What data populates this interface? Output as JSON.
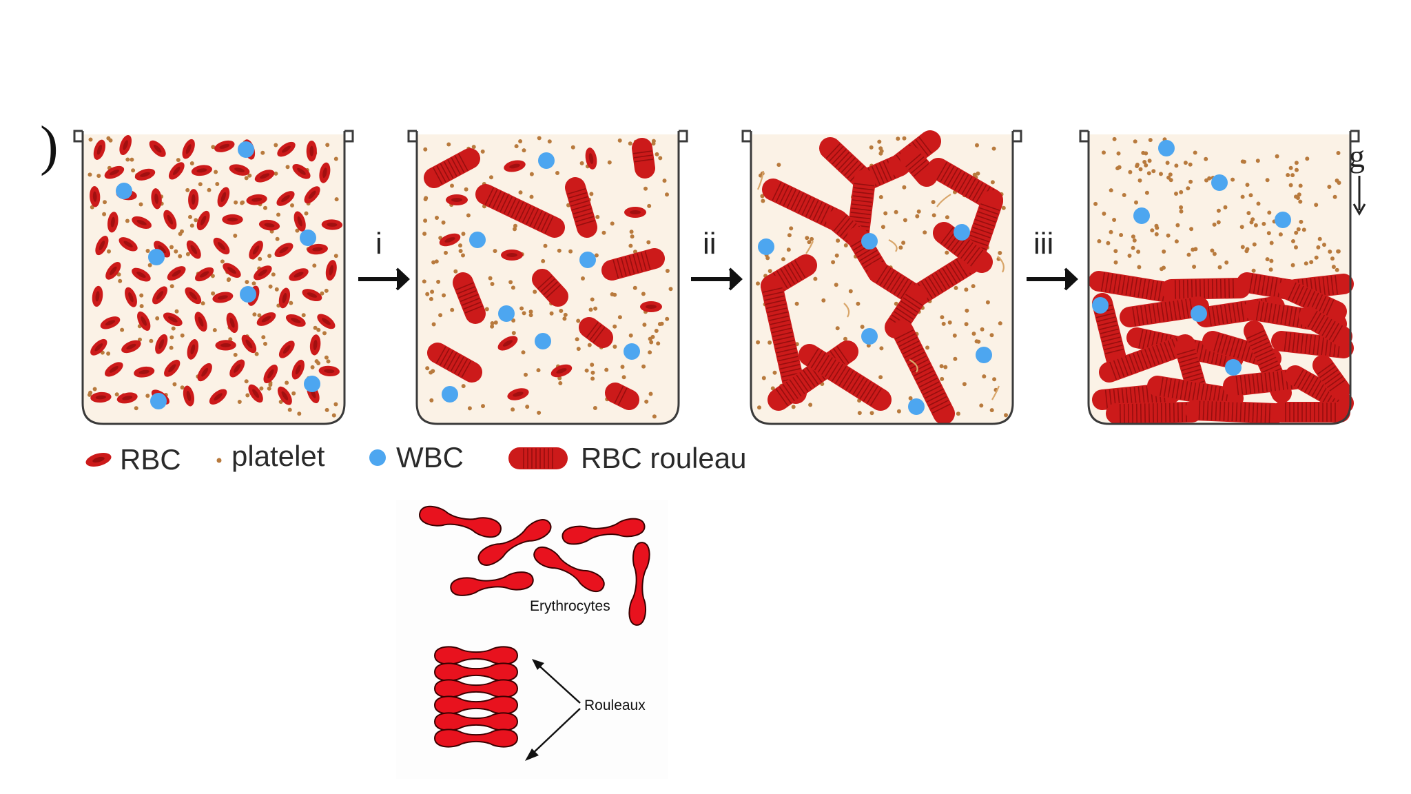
{
  "figure": {
    "panel_prefix": ")",
    "steps": [
      "i",
      "ii",
      "iii"
    ],
    "gravity_label": "g",
    "legend": {
      "rbc": "RBC",
      "platelet": "platelet",
      "wbc": "WBC",
      "rouleau": "RBC rouleau"
    }
  },
  "inset": {
    "erythrocytes_label": "Erythrocytes",
    "rouleaux_label": "Rouleaux"
  },
  "colors": {
    "rbc": "#cc1a1a",
    "rbc_dark": "#8e0d0d",
    "rbc_inset": "#e8121e",
    "platelet": "#b87a3d",
    "wbc": "#4da6f0",
    "beaker_fill": "#fbf2e6",
    "arrow": "#111111"
  },
  "icons": {
    "step_arrow": "right-arrow-icon",
    "gravity_arrow": "down-arrow-icon"
  }
}
